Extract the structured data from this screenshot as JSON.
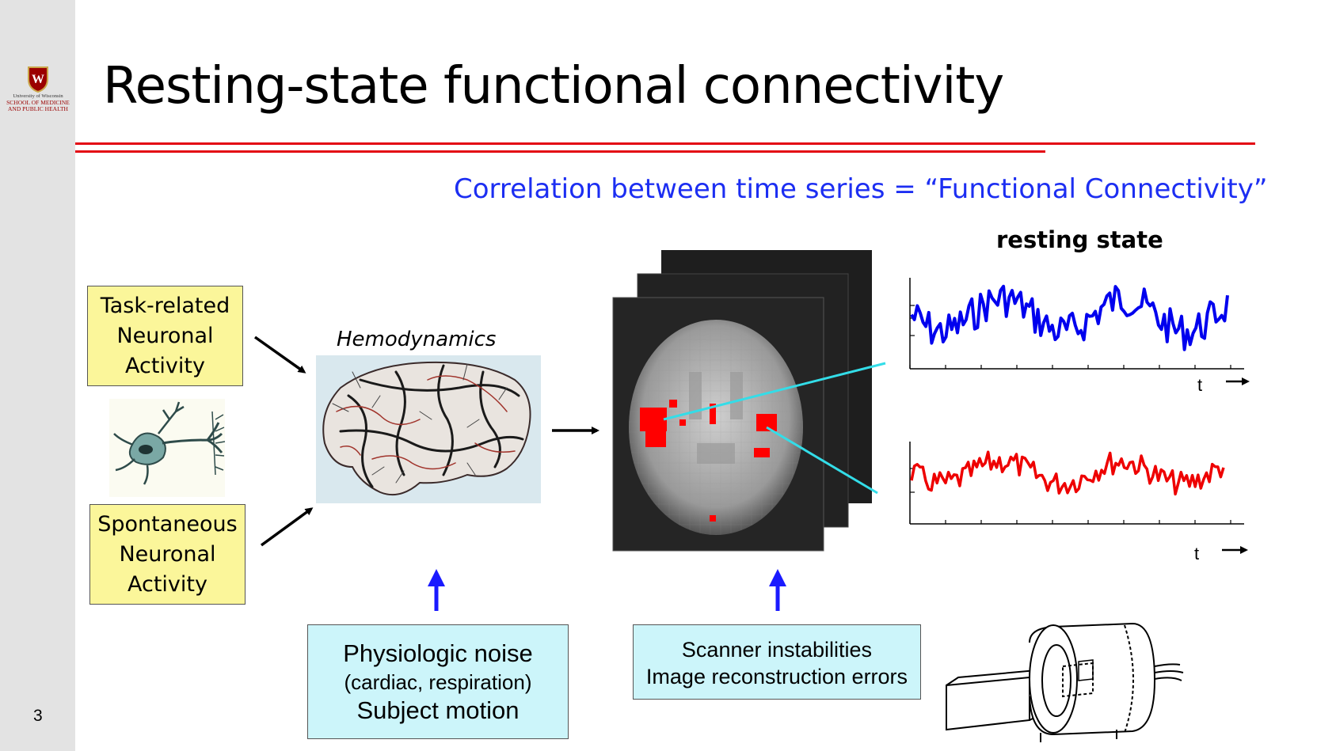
{
  "slide": {
    "title": "Resting-state functional connectivity",
    "subtitle": "Correlation between time series = “Functional Connectivity”",
    "number": "3",
    "logo": {
      "line1": "University of Wisconsin",
      "line2": "SCHOOL OF MEDICINE",
      "line3": "AND PUBLIC HEALTH",
      "crest_letter": "W"
    }
  },
  "diagram": {
    "task_box": {
      "lines": [
        "Task-related",
        "Neuronal",
        "Activity"
      ]
    },
    "spont_box": {
      "lines": [
        "Spontaneous",
        "Neuronal",
        "Activity"
      ]
    },
    "hemodynamics_label": "Hemodynamics",
    "physio_box": {
      "lines": [
        "Physiologic noise",
        "(cardiac, respiration)",
        "Subject motion"
      ]
    },
    "scanner_box": {
      "lines": [
        "Scanner instabilities",
        "Image reconstruction errors"
      ]
    },
    "resting_state_label": "resting state",
    "time_label_top": "t",
    "time_label_bottom": "t",
    "colors": {
      "accent_red": "#e30613",
      "subtitle_blue": "#1c2ef2",
      "series_blue": "#0000ee",
      "series_red": "#ee0000",
      "connector_cyan": "#33dde8",
      "noise_arrow_blue": "#1a1aff",
      "yellow_box": "#fbf69a",
      "cyan_box": "#ccf5fa"
    }
  }
}
